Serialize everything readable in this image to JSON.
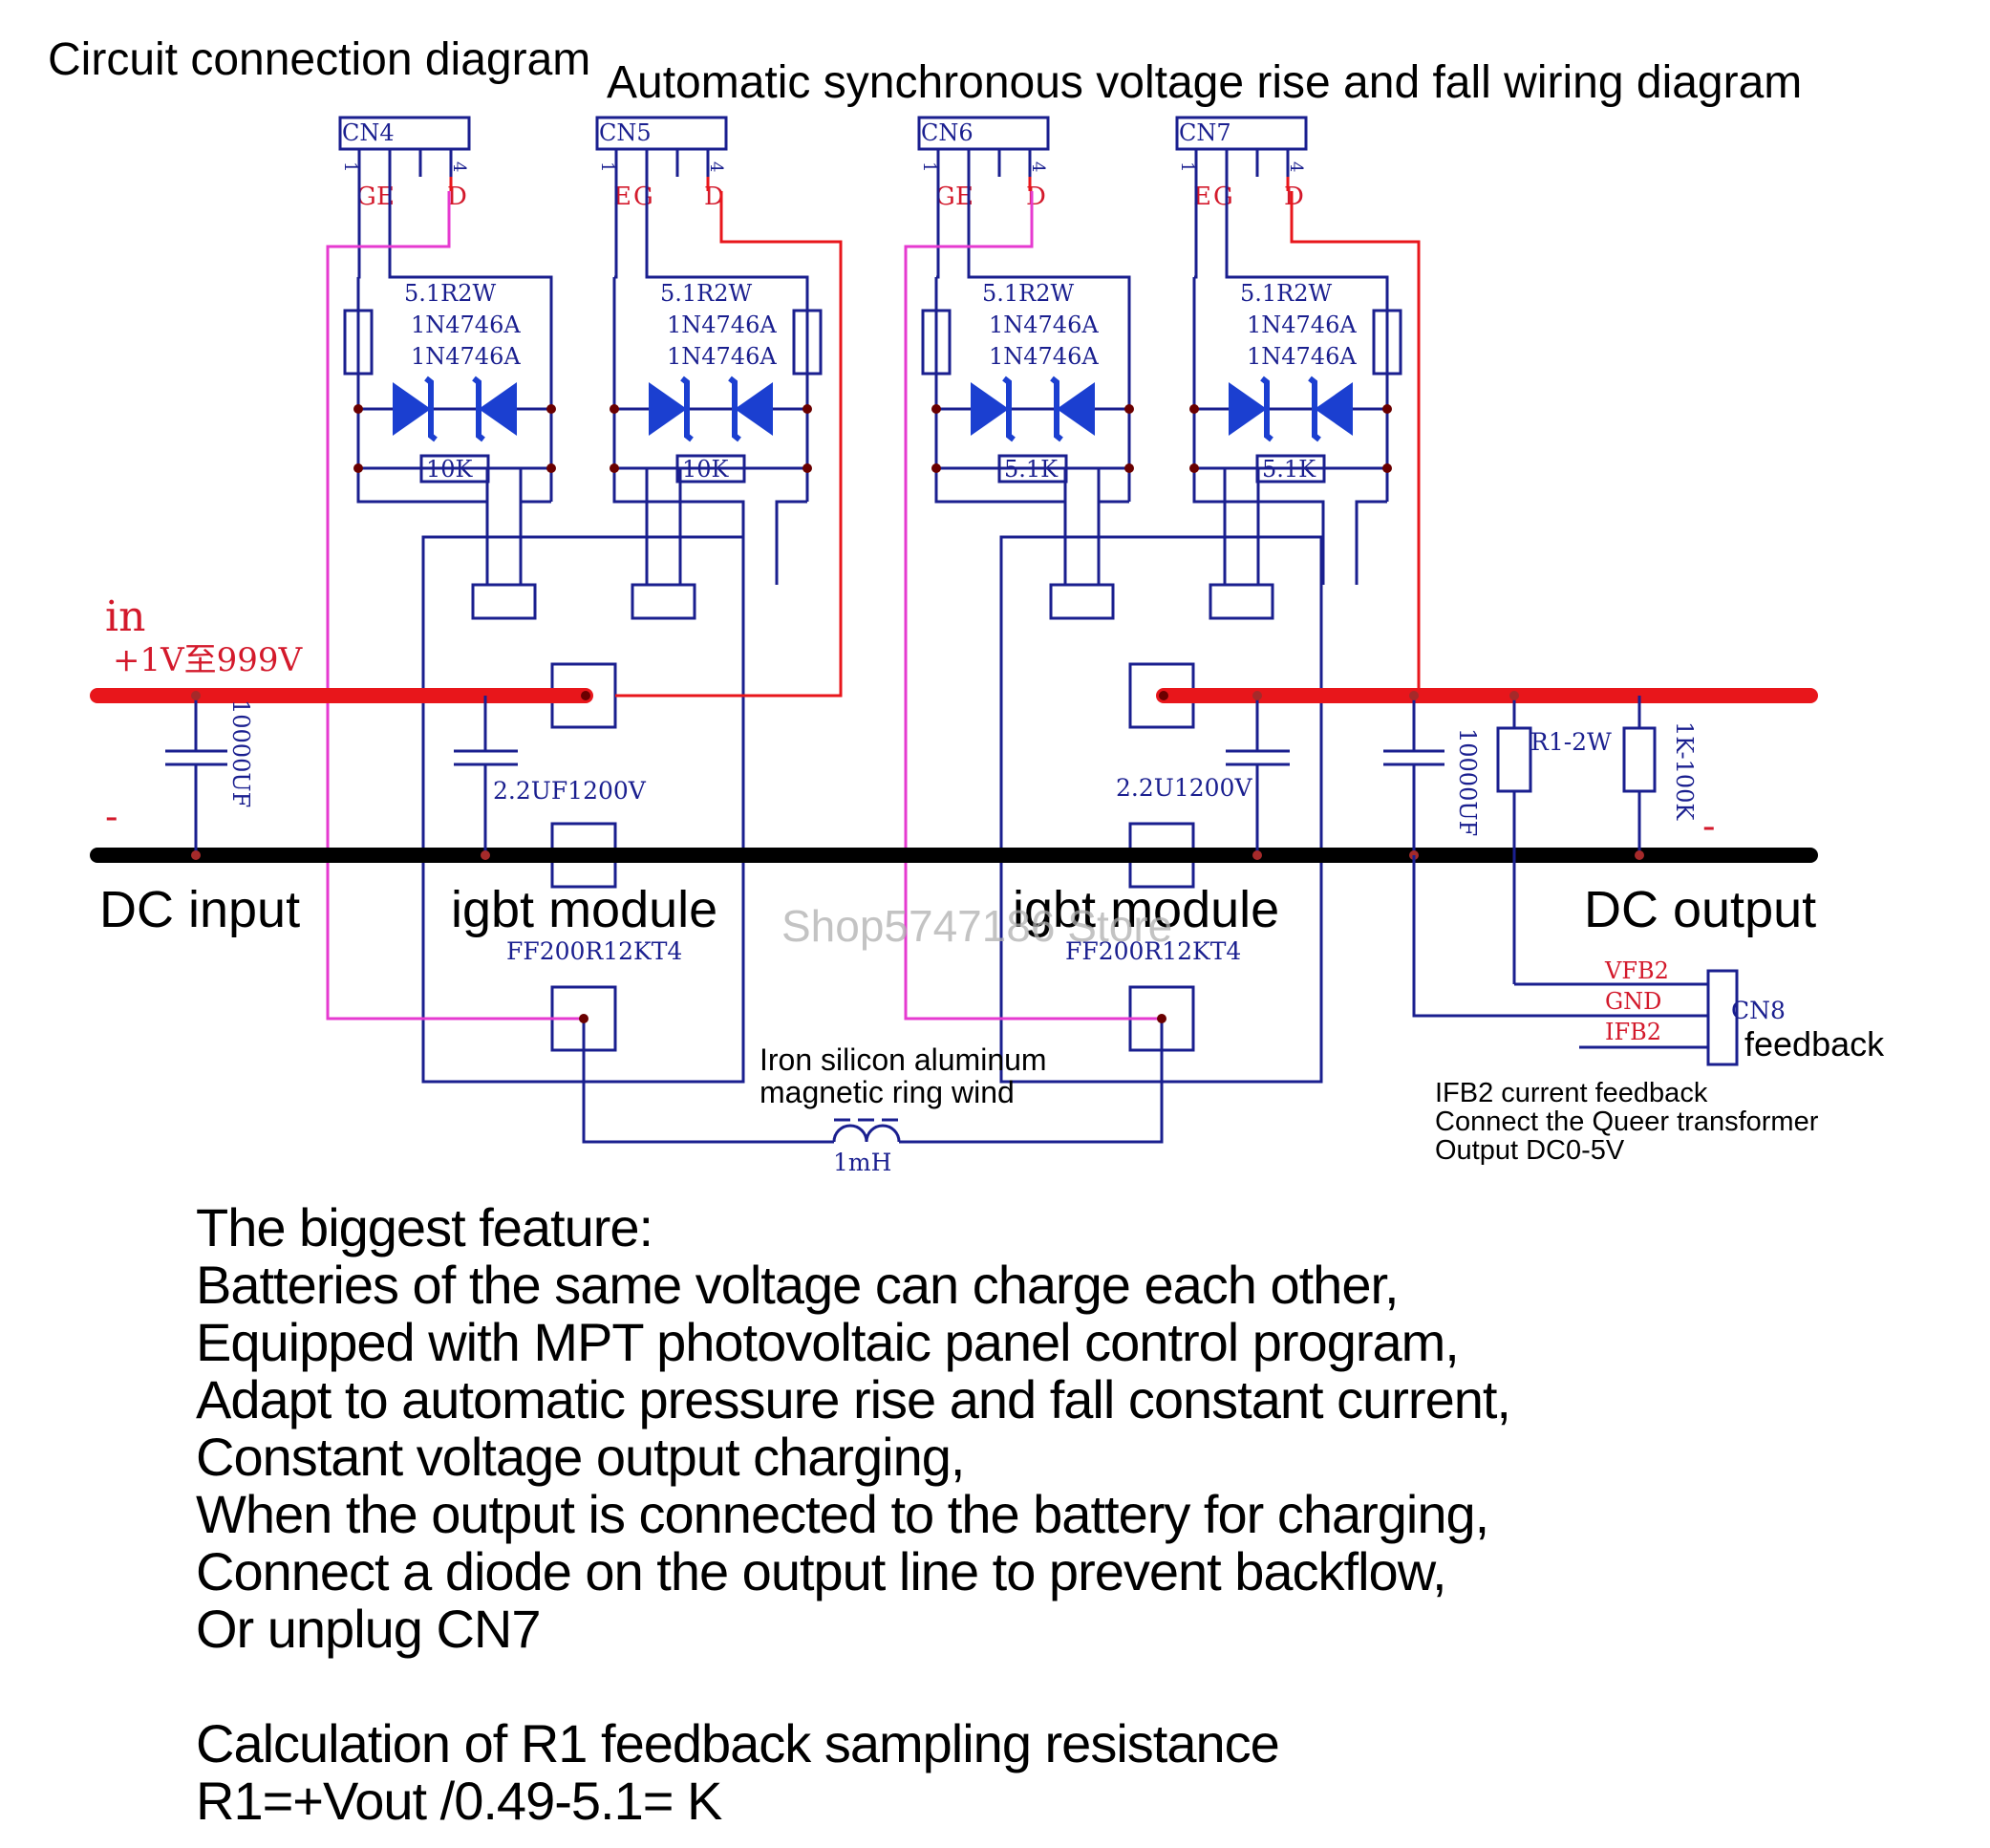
{
  "titles": {
    "left": "Circuit connection diagram",
    "right": "Automatic synchronous voltage rise and fall wiring diagram"
  },
  "connectors": [
    {
      "id": "CN4",
      "pin1": "1",
      "pin4": "4",
      "labels": [
        "G",
        "E",
        "D"
      ],
      "resistor": "5.1R2W",
      "zener1": "1N4746A",
      "zener2": "1N4746A",
      "pulldown": "10K"
    },
    {
      "id": "CN5",
      "pin1": "1",
      "pin4": "4",
      "labels": [
        "E",
        "G",
        "D"
      ],
      "resistor": "5.1R2W",
      "zener1": "1N4746A",
      "zener2": "1N4746A",
      "pulldown": "10K"
    },
    {
      "id": "CN6",
      "pin1": "1",
      "pin4": "4",
      "labels": [
        "G",
        "E",
        "D"
      ],
      "resistor": "5.1R2W",
      "zener1": "1N4746A",
      "zener2": "1N4746A",
      "pulldown": "5.1K"
    },
    {
      "id": "CN7",
      "pin1": "1",
      "pin4": "4",
      "labels": [
        "E",
        "G",
        "D"
      ],
      "resistor": "5.1R2W",
      "zener1": "1N4746A",
      "zener2": "1N4746A",
      "pulldown": "5.1K"
    }
  ],
  "input": {
    "in_label": "in",
    "range_label": "+1V至999V",
    "minus_label": "-",
    "cap_label": "10000UF",
    "dc_label": "DC input"
  },
  "modules": [
    {
      "label": "igbt module",
      "part": "FF200R12KT4",
      "cap_label": "2.2UF1200V"
    },
    {
      "label": "igbt module",
      "part": "FF200R12KT4",
      "cap_label": "2.2U1200V"
    }
  ],
  "output": {
    "cap_label": "10000UF",
    "r1_label": "R1-2W",
    "load_label": "1K-100K",
    "minus_label": "-",
    "dc_label": "DC output"
  },
  "feedback": {
    "connector": "CN8",
    "title": "feedback",
    "pins": [
      "VFB2",
      "GND",
      "IFB2"
    ],
    "note_lines": [
      "IFB2 current feedback",
      "Connect the Queer transformer",
      "Output DC0-5V"
    ]
  },
  "inductor": {
    "note_lines": [
      "Iron silicon aluminum",
      "magnetic ring wind"
    ],
    "value": "1mH"
  },
  "watermark": "Shop5747186 Store",
  "feature_lines": [
    "The biggest feature:",
    "Batteries of the same voltage can charge each other,",
    "Equipped with MPT photovoltaic panel control program,",
    "Adapt to automatic pressure rise and fall constant current,",
    "Constant voltage output charging,",
    "When the output is connected to the battery for charging,",
    "Connect a diode on the output line to prevent backflow,",
    "Or unplug CN7"
  ],
  "calc_lines": [
    "Calculation of R1 feedback sampling resistance",
    "R1=+Vout /0.49-5.1= K"
  ],
  "colors": {
    "rail_positive": "#e8161b",
    "rail_negative": "#000000",
    "gate_wire": "#e63ad0",
    "drain_wire": "#e8161b",
    "circuit": "#1a1f8f",
    "zener": "#1b3fd0",
    "label_red": "#d3192b"
  }
}
